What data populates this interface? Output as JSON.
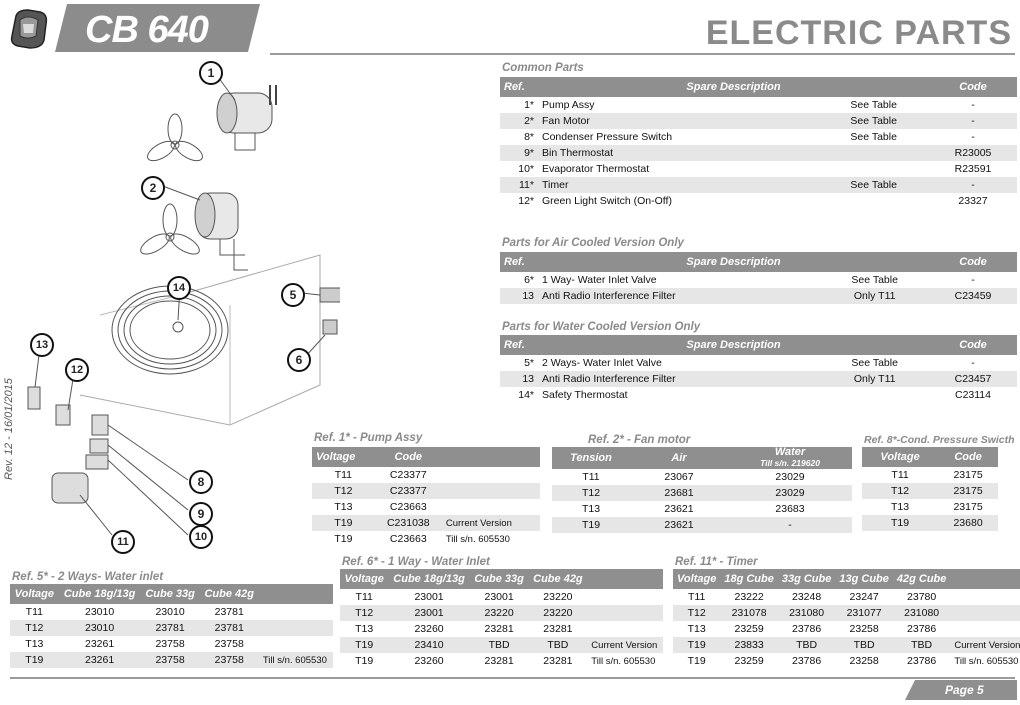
{
  "header": {
    "model": "CB 640",
    "title": "ELECTRIC PARTS"
  },
  "revision": "Rev. 12 - 16/01/2015",
  "page": "Page 5",
  "diagram_labels": [
    "1",
    "2",
    "5",
    "6",
    "8",
    "9",
    "10",
    "11",
    "12",
    "13",
    "14"
  ],
  "common": {
    "title": "Common Parts",
    "headers": [
      "Ref.",
      "Spare Description",
      "Code"
    ],
    "rows": [
      {
        "ref": "1*",
        "desc": "Pump Assy",
        "note": "See Table",
        "code": "-"
      },
      {
        "ref": "2*",
        "desc": "Fan Motor",
        "note": "See Table",
        "code": "-"
      },
      {
        "ref": "8*",
        "desc": "Condenser Pressure Switch",
        "note": "See Table",
        "code": "-"
      },
      {
        "ref": "9*",
        "desc": "Bin Thermostat",
        "note": "",
        "code": "R23005"
      },
      {
        "ref": "10*",
        "desc": "Evaporator Thermostat",
        "note": "",
        "code": "R23591"
      },
      {
        "ref": "11*",
        "desc": "Timer",
        "note": "See Table",
        "code": "-"
      },
      {
        "ref": "12*",
        "desc": "Green Light Switch (On-Off)",
        "note": "",
        "code": "23327"
      }
    ]
  },
  "air": {
    "title": "Parts for Air Cooled Version Only",
    "headers": [
      "Ref.",
      "Spare Description",
      "Code"
    ],
    "rows": [
      {
        "ref": "6*",
        "desc": "1 Way- Water Inlet Valve",
        "note": "See Table",
        "code": "-"
      },
      {
        "ref": "13",
        "desc": "Anti Radio Interference Filter",
        "note": "Only T11",
        "code": "C23459"
      }
    ]
  },
  "water": {
    "title": "Parts for Water Cooled Version Only",
    "headers": [
      "Ref.",
      "Spare Description",
      "Code"
    ],
    "rows": [
      {
        "ref": "5*",
        "desc": "2 Ways- Water Inlet Valve",
        "note": "See Table",
        "code": "-"
      },
      {
        "ref": "13",
        "desc": "Anti Radio Interference Filter",
        "note": "Only T11",
        "code": "C23457"
      },
      {
        "ref": "14*",
        "desc": "Safety Thermostat",
        "note": "",
        "code": "C23114"
      }
    ]
  },
  "pump": {
    "title": "Ref. 1* - Pump Assy",
    "headers": [
      "Voltage",
      "Code",
      ""
    ],
    "rows": [
      [
        "T11",
        "C23377",
        ""
      ],
      [
        "T12",
        "C23377",
        ""
      ],
      [
        "T13",
        "C23663",
        ""
      ],
      [
        "T19",
        "C231038",
        "Current Version"
      ],
      [
        "T19",
        "C23663",
        "Till s/n. 605530"
      ]
    ]
  },
  "fan": {
    "title": "Ref. 2* - Fan motor",
    "headers": [
      "Tension",
      "Air",
      "Water"
    ],
    "water_sub": "Till s/n. 219620",
    "rows": [
      [
        "T11",
        "23067",
        "23029"
      ],
      [
        "T12",
        "23681",
        "23029"
      ],
      [
        "T13",
        "23621",
        "23683"
      ],
      [
        "T19",
        "23621",
        "-"
      ]
    ]
  },
  "cond": {
    "title": "Ref. 8*-Cond. Pressure Swicth",
    "headers": [
      "Voltage",
      "Code"
    ],
    "rows": [
      [
        "T11",
        "23175"
      ],
      [
        "T12",
        "23175"
      ],
      [
        "T13",
        "23175"
      ],
      [
        "T19",
        "23680"
      ]
    ]
  },
  "valve2": {
    "title": "Ref. 5* - 2 Ways- Water inlet",
    "headers": [
      "Voltage",
      "Cube 18g/13g",
      "Cube 33g",
      "Cube 42g",
      ""
    ],
    "rows": [
      [
        "T11",
        "23010",
        "23010",
        "23781",
        ""
      ],
      [
        "T12",
        "23010",
        "23781",
        "23781",
        ""
      ],
      [
        "T13",
        "23261",
        "23758",
        "23758",
        ""
      ],
      [
        "T19",
        "23261",
        "23758",
        "23758",
        "Till s/n. 605530"
      ]
    ]
  },
  "valve1": {
    "title": "Ref. 6* - 1 Way - Water Inlet",
    "headers": [
      "Voltage",
      "Cube 18g/13g",
      "Cube 33g",
      "Cube 42g",
      ""
    ],
    "rows": [
      [
        "T11",
        "23001",
        "23001",
        "23220",
        ""
      ],
      [
        "T12",
        "23001",
        "23220",
        "23220",
        ""
      ],
      [
        "T13",
        "23260",
        "23281",
        "23281",
        ""
      ],
      [
        "T19",
        "23410",
        "TBD",
        "TBD",
        "Current Version"
      ],
      [
        "T19",
        "23260",
        "23281",
        "23281",
        "Till s/n. 605530"
      ]
    ]
  },
  "timer": {
    "title": "Ref. 11* - Timer",
    "headers": [
      "Voltage",
      "18g Cube",
      "33g Cube",
      "13g Cube",
      "42g Cube",
      ""
    ],
    "rows": [
      [
        "T11",
        "23222",
        "23248",
        "23247",
        "23780",
        ""
      ],
      [
        "T12",
        "231078",
        "231080",
        "231077",
        "231080",
        ""
      ],
      [
        "T13",
        "23259",
        "23786",
        "23258",
        "23786",
        ""
      ],
      [
        "T19",
        "23833",
        "TBD",
        "TBD",
        "TBD",
        "Current Version"
      ],
      [
        "T19",
        "23259",
        "23786",
        "23258",
        "23786",
        "Till s/n. 605530"
      ]
    ]
  }
}
